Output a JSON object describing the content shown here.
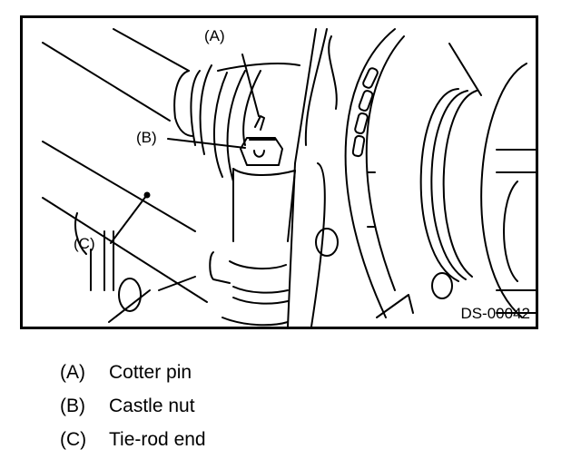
{
  "figure": {
    "id": "DS-00042",
    "callouts": {
      "A": "(A)",
      "B": "(B)",
      "C": "(C)"
    }
  },
  "legend": [
    {
      "key": "(A)",
      "label": "Cotter pin"
    },
    {
      "key": "(B)",
      "label": "Castle nut"
    },
    {
      "key": "(C)",
      "label": "Tie-rod end"
    }
  ]
}
